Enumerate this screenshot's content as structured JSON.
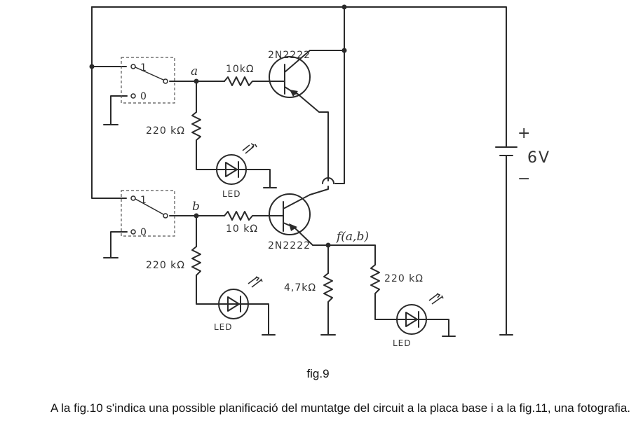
{
  "schematic": {
    "switch_pos_1": "1",
    "switch_pos_0": "0",
    "node_a": "a",
    "node_b": "b",
    "node_f": "f(a,b)",
    "r_base_top": "10kΩ",
    "r_base_bottom": "10 kΩ",
    "r_led_a": "220 kΩ",
    "r_led_b": "220 kΩ",
    "r_led_f": "220 kΩ",
    "r_emitter": "4,7kΩ",
    "transistor_top": "2N2222",
    "transistor_bottom": "2N2222",
    "led_label": "LED",
    "battery_plus": "+",
    "battery_minus": "−",
    "battery_voltage": "6V"
  },
  "caption": "fig.9",
  "paragraph": "A la fig.10 s'indica una possible planificació del muntatge del circuit a la placa base i a la fig.11, una fotografia."
}
